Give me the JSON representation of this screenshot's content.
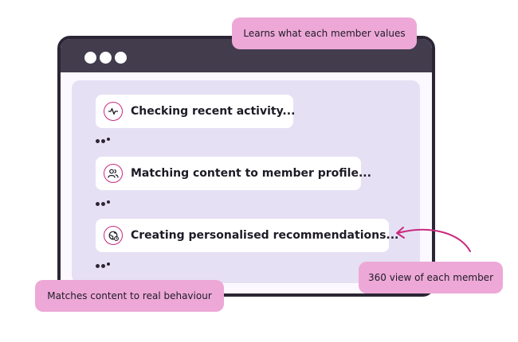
{
  "window": {
    "dots_count": 3
  },
  "steps": [
    {
      "label": "Checking recent activity...",
      "icon": "activity-icon"
    },
    {
      "label": "Matching content to member profile...",
      "icon": "users-icon"
    },
    {
      "label": "Creating personalised recommendations...",
      "icon": "globe-icon"
    }
  ],
  "callouts": {
    "top": "Learns what each member values",
    "right": "360 view of each member",
    "left": "Matches content to real behaviour"
  },
  "colors": {
    "accent": "#c9297e",
    "tag_bg": "#eda8d7",
    "panel_bg": "#e6e0f4",
    "titlebar": "#423c4d"
  }
}
